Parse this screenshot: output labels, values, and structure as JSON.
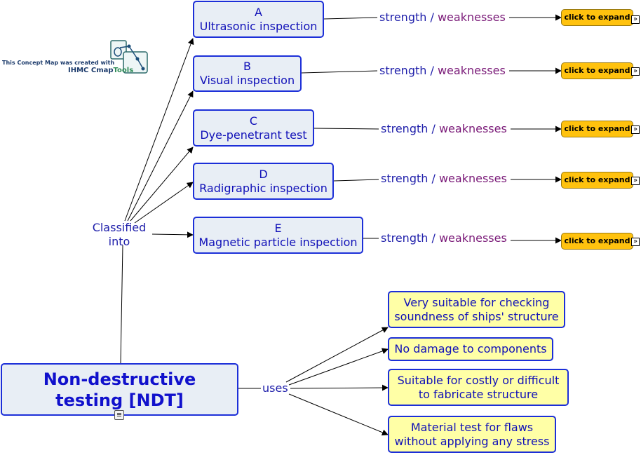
{
  "credit": {
    "line1": "This Concept Map was created with",
    "line2_a": "IHMC Cmap",
    "line2_b": "Tools"
  },
  "root": {
    "label": "Non-destructive testing [NDT]"
  },
  "link_classified": "Classified into",
  "link_uses": "uses",
  "methods": [
    {
      "letter": "A",
      "name": "Ultrasonic inspection"
    },
    {
      "letter": "B",
      "name": "Visual inspection"
    },
    {
      "letter": "C",
      "name": "Dye-penetrant test"
    },
    {
      "letter": "D",
      "name": "Radigraphic inspection"
    },
    {
      "letter": "E",
      "name": "Magnetic particle inspection"
    }
  ],
  "strength_label": {
    "strength": "strength",
    "sep": "/",
    "weak": "weaknesses"
  },
  "expand_label": "click to expand",
  "expand_icon": "double-chevron-right-icon",
  "uses": [
    "Very suitable for checking soundness of ships' structure",
    "No damage to components",
    "Suitable for costly or difficult to fabricate structure",
    "Material test for flaws without applying any stress"
  ],
  "colors": {
    "node_border": "#1c2fd8",
    "node_fill": "#e8eef5",
    "use_fill": "#ffffa6",
    "expand_fill": "#ffc20e",
    "text_blue": "#1010b8",
    "weakness_purple": "#7a1a78"
  }
}
